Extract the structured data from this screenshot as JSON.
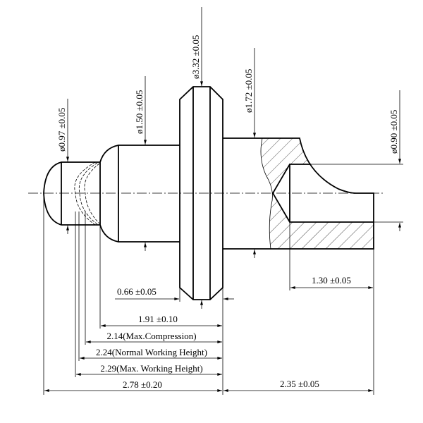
{
  "dimensions": {
    "dia_tip": "ø0.97 ±0.05",
    "dia_head": "ø1.50 ±0.05",
    "dia_flange": "ø3.32 ±0.05",
    "dia_barrel": "ø1.72 ±0.05",
    "dia_hole": "ø0.90 ±0.05",
    "flange_thickness": "0.66 ±0.05",
    "hole_depth": "1.30 ±0.05",
    "plunger_length": "1.91 ±0.10",
    "max_compression": "2.14(Max.Compression)",
    "normal_working_height": "2.24(Normal Working Height)",
    "max_working_height": "2.29(Max. Working Height)",
    "free_length": "2.78 ±0.20",
    "barrel_length": "2.35 ±0.05"
  }
}
